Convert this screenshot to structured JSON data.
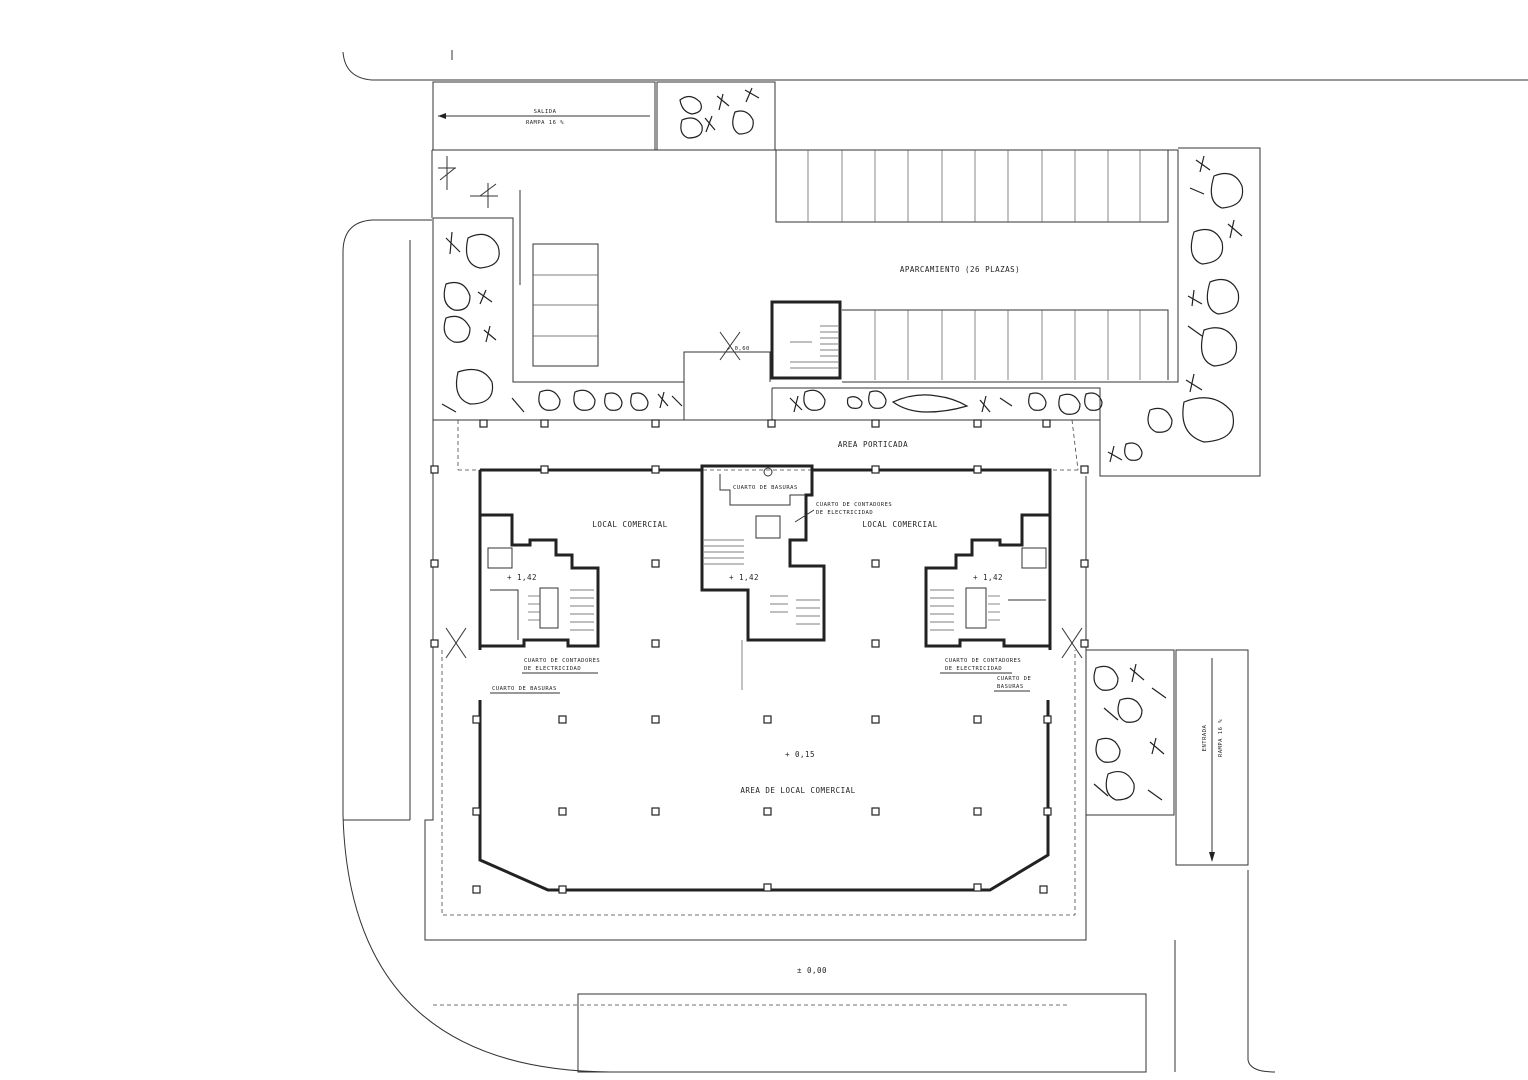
{
  "labels": {
    "salida": "SALIDA",
    "rampa_salida": "RAMPA 16 %",
    "aparcamiento": "APARCAMIENTO (26 PLAZAS)",
    "area_porticada": "AREA PORTICADA",
    "local_comercial_left": "LOCAL COMERCIAL",
    "local_comercial_right": "LOCAL COMERCIAL",
    "cuarto_basuras_top": "CUARTO DE BASURAS",
    "cuarto_contadores_top_line1": "CUARTO DE CONTADORES",
    "cuarto_contadores_top_line2": "DE ELECTRICIDAD",
    "level_142_left": "+ 1,42",
    "level_142_center": "+ 1,42",
    "level_142_right": "+ 1,42",
    "level_entry": "+ 0,60",
    "cuarto_contadores_left_line1": "CUARTO DE CONTADORES",
    "cuarto_contadores_left_line2": "DE ELECTRICIDAD",
    "cuarto_basuras_left": "CUARTO DE BASURAS",
    "cuarto_contadores_right_line1": "CUARTO DE CONTADORES",
    "cuarto_contadores_right_line2": "DE ELECTRICIDAD",
    "cuarto_basuras_right_line1": "CUARTO DE",
    "cuarto_basuras_right_line2": "BASURAS",
    "level_015": "+ 0,15",
    "area_local_comercial": "AREA DE LOCAL COMERCIAL",
    "level_000": "± 0,00",
    "entrada": "ENTRADA",
    "rampa_entrada": "RAMPA 16 %"
  }
}
